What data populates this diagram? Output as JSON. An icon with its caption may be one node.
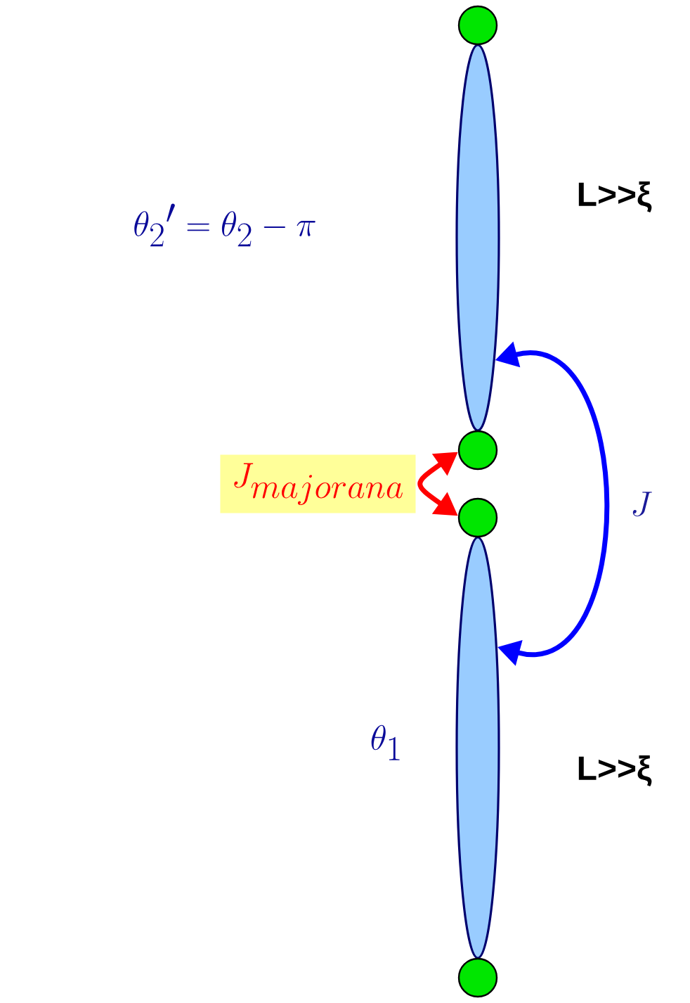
{
  "diagram": {
    "nodes": [
      {
        "text": [],
        "shape": "circle"
      },
      {
        "text": [],
        "shape": "bar"
      },
      {
        "text": [],
        "shape": "circle"
      },
      {
        "text": [],
        "shape": "circle"
      },
      {
        "text": [],
        "shape": "bar"
      },
      {
        "text": [],
        "shape": "circle"
      }
    ],
    "edges": [
      {
        "from": 2,
        "to": 3,
        "arrow": "both",
        "label": "J_{majorana}",
        "color": "#ff0000"
      },
      {
        "from": 1,
        "to": 4,
        "arrow": "both",
        "label": "J",
        "color": "#0000ff"
      }
    ],
    "labels": [
      "\\theta_2{}'=\\theta_2-\\pi",
      "L>>ξ",
      "\\theta_1",
      "L>>ξ"
    ]
  }
}
